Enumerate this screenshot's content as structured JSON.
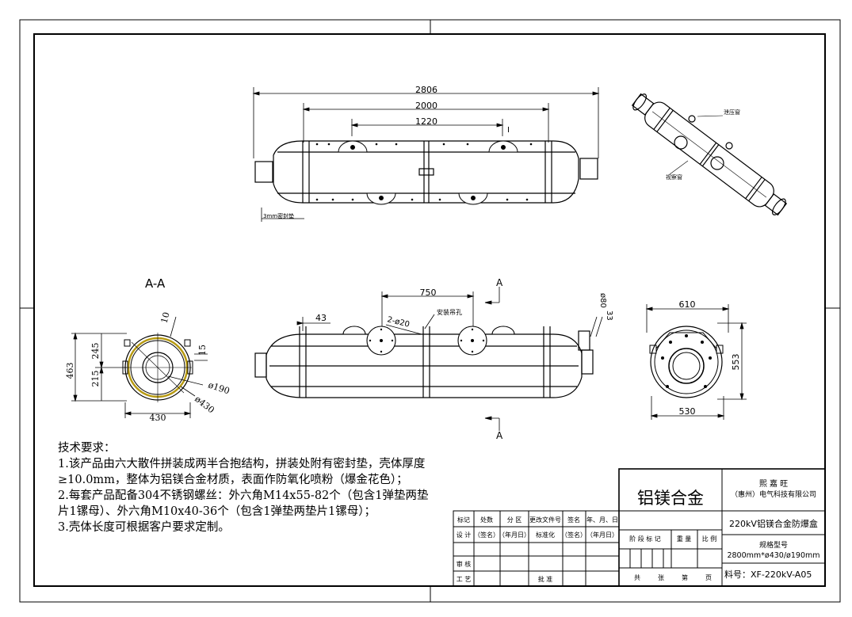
{
  "top_view": {
    "dims": {
      "overall": "2806",
      "body": "2000",
      "windows": "1220"
    },
    "gasket": "3mm密封垫",
    "marker": "I"
  },
  "iso_view": {
    "labels": {
      "pressure_window": "泄压窗",
      "view_window": "视察窗"
    }
  },
  "section_view": {
    "title": "A-A",
    "dims": {
      "h_total": "463",
      "h_upper": "245",
      "h_lower": "215",
      "width": "430",
      "gap": "15",
      "wall": "10",
      "d_inner": "ø190",
      "d_outer": "ø430"
    }
  },
  "front_view": {
    "dims": {
      "span": "750",
      "end": "43",
      "holes": "2-ø20",
      "pipe": "ø80",
      "pipe_len": "33"
    },
    "lift_hole": "安装吊孔",
    "section_mark": "A"
  },
  "end_view": {
    "dims": {
      "top": "610",
      "height": "553",
      "bottom": "530"
    }
  },
  "notes": {
    "title": "技术要求：",
    "items": [
      "1.该产品由六大散件拼装成两半合抱结构，拼装处附有密封垫，壳体厚度≥10.0mm，整体为铝镁合金材质，表面作防氧化喷粉（爆金花色）；",
      "2.每套产品配备304不锈钢螺丝：外六角M14x55-82个（包含1弹垫两垫片1镙母）、外六角M10x40-36个（包含1弹垫两垫片1镙母）；",
      "3.壳体长度可根据客户要求定制。"
    ]
  },
  "title_block": {
    "material": "铝镁合金",
    "company_line1": "熙 嘉 旺",
    "company_line2": "（惠州）电气科技有限公司",
    "product": "220kV铝镁合金防爆盒",
    "spec_label": "规格型号",
    "spec_value": "2800mm*ø430/ø190mm",
    "part_no": "料号：XF-220kV-A05",
    "rev_headers": [
      "标记",
      "处数",
      "分 区",
      "更改文件号",
      "签名",
      "年、月、日"
    ],
    "design_row": [
      "设 计",
      "（签名）",
      "（年月日）",
      "标准化",
      "（签名）",
      "（年月日）"
    ],
    "stage_headers": [
      "阶 段 标 记",
      "重 量",
      "比 例"
    ],
    "review": "审 核",
    "process": "工 艺",
    "approve": "批 准",
    "sheet": [
      "共",
      "张",
      "第",
      "页"
    ]
  }
}
